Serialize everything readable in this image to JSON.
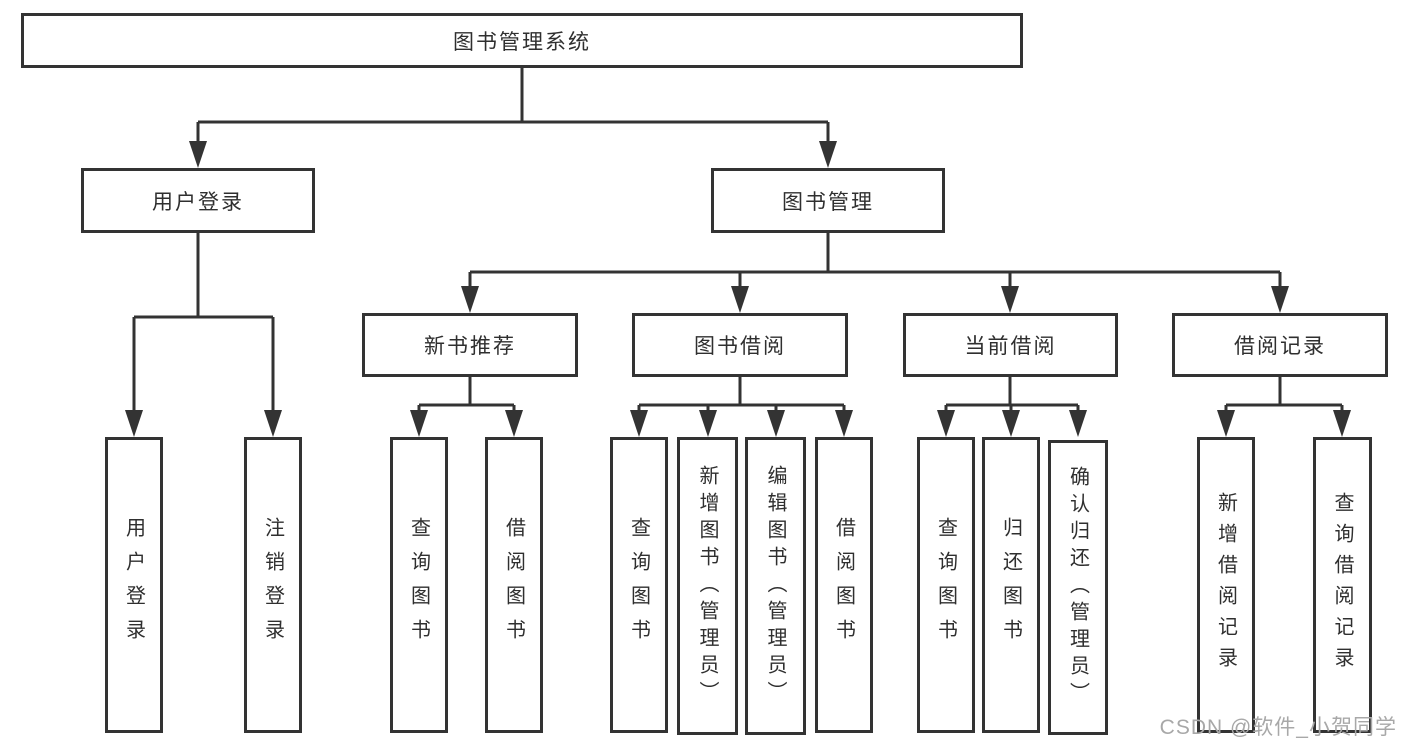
{
  "diagram": {
    "title_node": "图书管理系统",
    "colors": {
      "line": "#333333",
      "box_border": "#333333",
      "box_fill": "#ffffff",
      "text": "#2f2f2f",
      "watermark": "#a8a8a8"
    },
    "tree": {
      "root": "图书管理系统",
      "branches": [
        {
          "label": "用户登录",
          "children": [
            "用户登录",
            "注销登录"
          ]
        },
        {
          "label": "图书管理",
          "groups": [
            {
              "label": "新书推荐",
              "children": [
                "查询图书",
                "借阅图书"
              ]
            },
            {
              "label": "图书借阅",
              "children": [
                "查询图书",
                "新增图书（管理员）",
                "编辑图书（管理员）",
                "借阅图书"
              ]
            },
            {
              "label": "当前借阅",
              "children": [
                "查询图书",
                "归还图书",
                "确认归还（管理员）"
              ]
            },
            {
              "label": "借阅记录",
              "children": [
                "新增借阅记录",
                "查询借阅记录"
              ]
            }
          ]
        }
      ]
    },
    "watermark": "CSDN @软件_小贺同学"
  }
}
